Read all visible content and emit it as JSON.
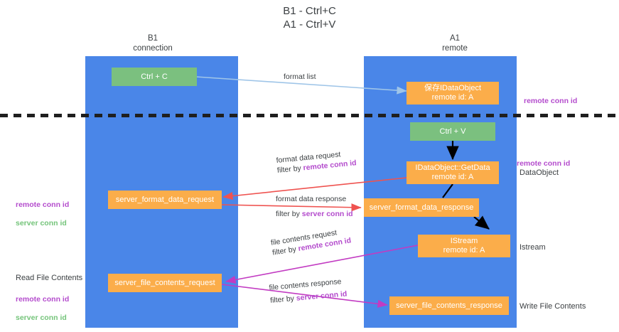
{
  "title": "B1 - Ctrl+C\nA1 - Ctrl+V",
  "colors": {
    "lane": "#4a86e8",
    "green_node": "#7bc07f",
    "orange_node": "#fbad4a",
    "purple_text": "#b44ccd",
    "green_text": "#74c47a",
    "divider": "#1f1f1f",
    "arrow_blue": "#9fc5e8",
    "arrow_red": "#ef5350",
    "arrow_magenta": "#c23bc2",
    "arrow_black": "#000000"
  },
  "columns": [
    {
      "name": "left-column",
      "title": "B1\nconnection"
    },
    {
      "name": "right-column",
      "title": "A1\nremote"
    }
  ],
  "nodes": [
    {
      "id": "ctrl-c",
      "label": "Ctrl + C",
      "color": "green"
    },
    {
      "id": "save-idataobject",
      "label": "保存IDataObject\nremote id: A",
      "color": "orange"
    },
    {
      "id": "ctrl-v",
      "label": "Ctrl + V",
      "color": "green"
    },
    {
      "id": "idataobject-getdata",
      "label": "IDataObject::GetData\nremote id: A",
      "color": "orange"
    },
    {
      "id": "server-format-data-request",
      "label": "server_format_data_request",
      "color": "orange"
    },
    {
      "id": "server-format-data-response",
      "label": "server_format_data_response",
      "color": "orange"
    },
    {
      "id": "istream",
      "label": "IStream\nremote id: A",
      "color": "orange"
    },
    {
      "id": "server-file-contents-request",
      "label": "server_file_contents_request",
      "color": "orange"
    },
    {
      "id": "server-file-contents-response",
      "label": "server_file_contents_response",
      "color": "orange"
    }
  ],
  "edge_labels": [
    {
      "id": "format-list",
      "line1": "format list",
      "filter_prefix": "",
      "filter_value": ""
    },
    {
      "id": "format-data-request",
      "line1": "format data request",
      "filter_prefix": "filter by ",
      "filter_value": "remote conn id"
    },
    {
      "id": "format-data-response",
      "line1": "format data response",
      "filter_prefix": "filter by ",
      "filter_value": "server conn id"
    },
    {
      "id": "file-contents-request",
      "line1": "file contents request",
      "filter_prefix": "filter by ",
      "filter_value": "remote conn id"
    },
    {
      "id": "file-contents-response",
      "line1": "file contents response",
      "filter_prefix": "filter by ",
      "filter_value": "server conn id"
    }
  ],
  "side_notes": {
    "right": [
      {
        "id": "remote-conn-id-top",
        "text": "remote conn id",
        "style": "purple"
      },
      {
        "id": "remote-conn-id-middle",
        "text": "remote conn id",
        "style": "purple"
      },
      {
        "id": "dataobject",
        "text": "DataObject",
        "style": "plain"
      },
      {
        "id": "istream-note",
        "text": "Istream",
        "style": "plain"
      },
      {
        "id": "write-file-contents",
        "text": "Write File Contents",
        "style": "plain"
      }
    ],
    "left": [
      {
        "id": "conn-ids-middle",
        "purple": "remote conn id",
        "green": "server conn id"
      },
      {
        "id": "read-file-contents",
        "text": "Read File Contents"
      },
      {
        "id": "conn-ids-bottom",
        "purple": "remote conn id",
        "green": "server conn id"
      }
    ]
  }
}
